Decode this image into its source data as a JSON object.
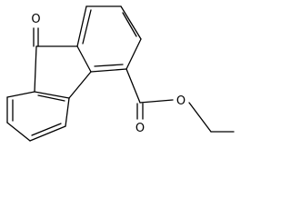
{
  "molecule": {
    "atom_labels": {
      "ketone_oxygen": "O",
      "carbonyl_oxygen": "O",
      "ester_oxygen": "O"
    },
    "colors": {
      "bond": "#000000",
      "background": "#ffffff"
    }
  }
}
